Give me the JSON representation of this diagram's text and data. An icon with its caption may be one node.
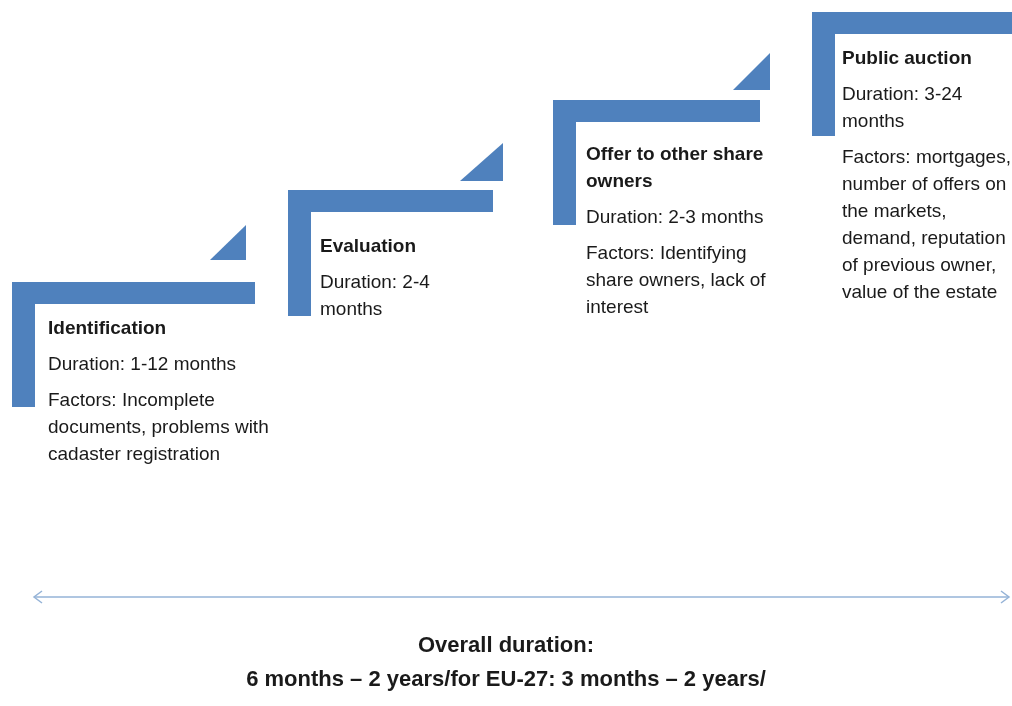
{
  "diagram": {
    "nodes": [
      {
        "text": [
          "Identification",
          "Duration: 1-12 months",
          "Factors:  Incomplete documents, problems with cadaster registration"
        ]
      },
      {
        "text": [
          "Evaluation",
          "Duration: 2-4 months"
        ]
      },
      {
        "text": [
          "Offer to other share owners",
          "Duration: 2-3 months",
          "Factors: Identifying share owners, lack of interest"
        ]
      },
      {
        "text": [
          "Public auction",
          "Duration: 3-24 months",
          "Factors: mortgages, number of offers on the markets, demand, reputation of previous owner, value of the estate"
        ]
      }
    ],
    "edges": [],
    "labels": [
      "Overall duration:",
      "6 months – 2 years/for EU-27: 3 months – 2 years/"
    ]
  }
}
